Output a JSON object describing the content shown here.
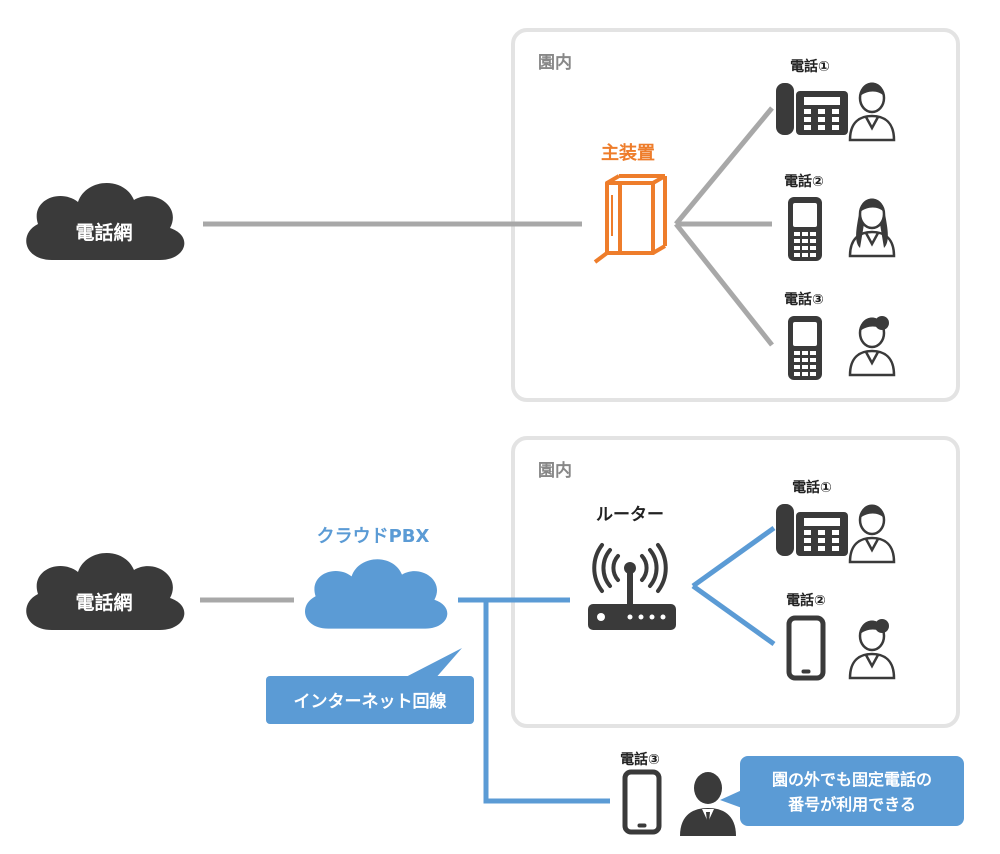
{
  "colors": {
    "dark": "#3a3a3a",
    "line_gray": "#a8a8a8",
    "orange": "#ee7d2b",
    "blue": "#5b9bd5",
    "zone_border": "#e3e3e3",
    "zone_label": "#888888"
  },
  "icons": [
    "cloud-icon",
    "pbx-device-icon",
    "desk-phone-icon",
    "mobile-phone-icon",
    "smartphone-icon",
    "router-icon",
    "person-icon"
  ],
  "top": {
    "network_label": "電話網",
    "zone_label": "園内",
    "device_label": "主装置",
    "phones": [
      {
        "label": "電話①",
        "type": "desk"
      },
      {
        "label": "電話②",
        "type": "mobile"
      },
      {
        "label": "電話③",
        "type": "mobile"
      }
    ]
  },
  "bottom": {
    "network_label": "電話網",
    "cloud_label": "クラウドPBX",
    "internet_label": "インターネット回線",
    "zone_label": "園内",
    "device_label": "ルーター",
    "phones": [
      {
        "label": "電話①",
        "type": "desk"
      },
      {
        "label": "電話②",
        "type": "smartphone"
      }
    ],
    "outside_phone_label": "電話③",
    "outside_note_line1": "園の外でも固定電話の",
    "outside_note_line2": "番号が利用できる"
  }
}
